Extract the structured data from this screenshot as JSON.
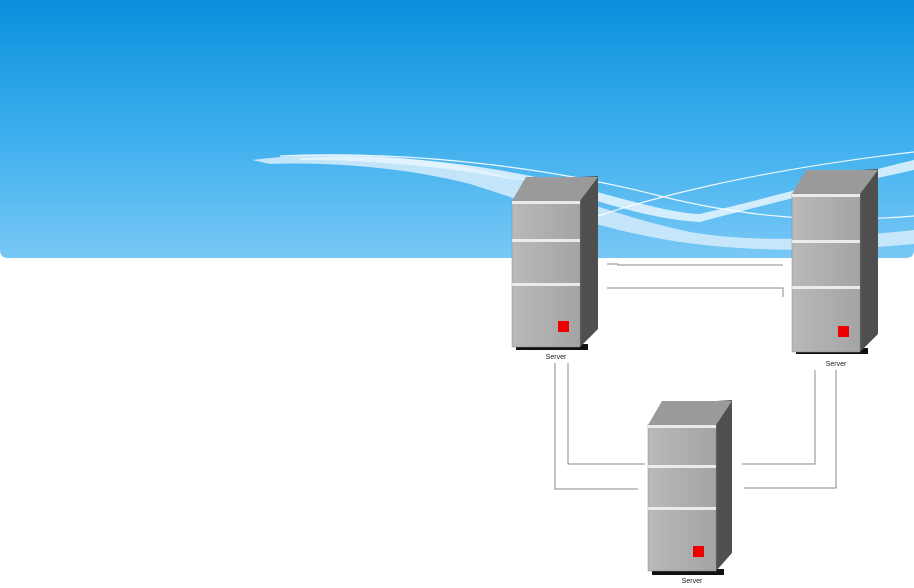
{
  "slide": {
    "header_colors": {
      "top": "#0a8fdc",
      "bottom": "#78c8f5"
    }
  },
  "diagram": {
    "servers": [
      {
        "id": "server-top-left",
        "label": "Server",
        "led_color": "#ee0000"
      },
      {
        "id": "server-top-right",
        "label": "Server",
        "led_color": "#ee0000"
      },
      {
        "id": "server-bottom",
        "label": "Server",
        "led_color": "#ee0000"
      }
    ],
    "connection_color": "#888888"
  }
}
